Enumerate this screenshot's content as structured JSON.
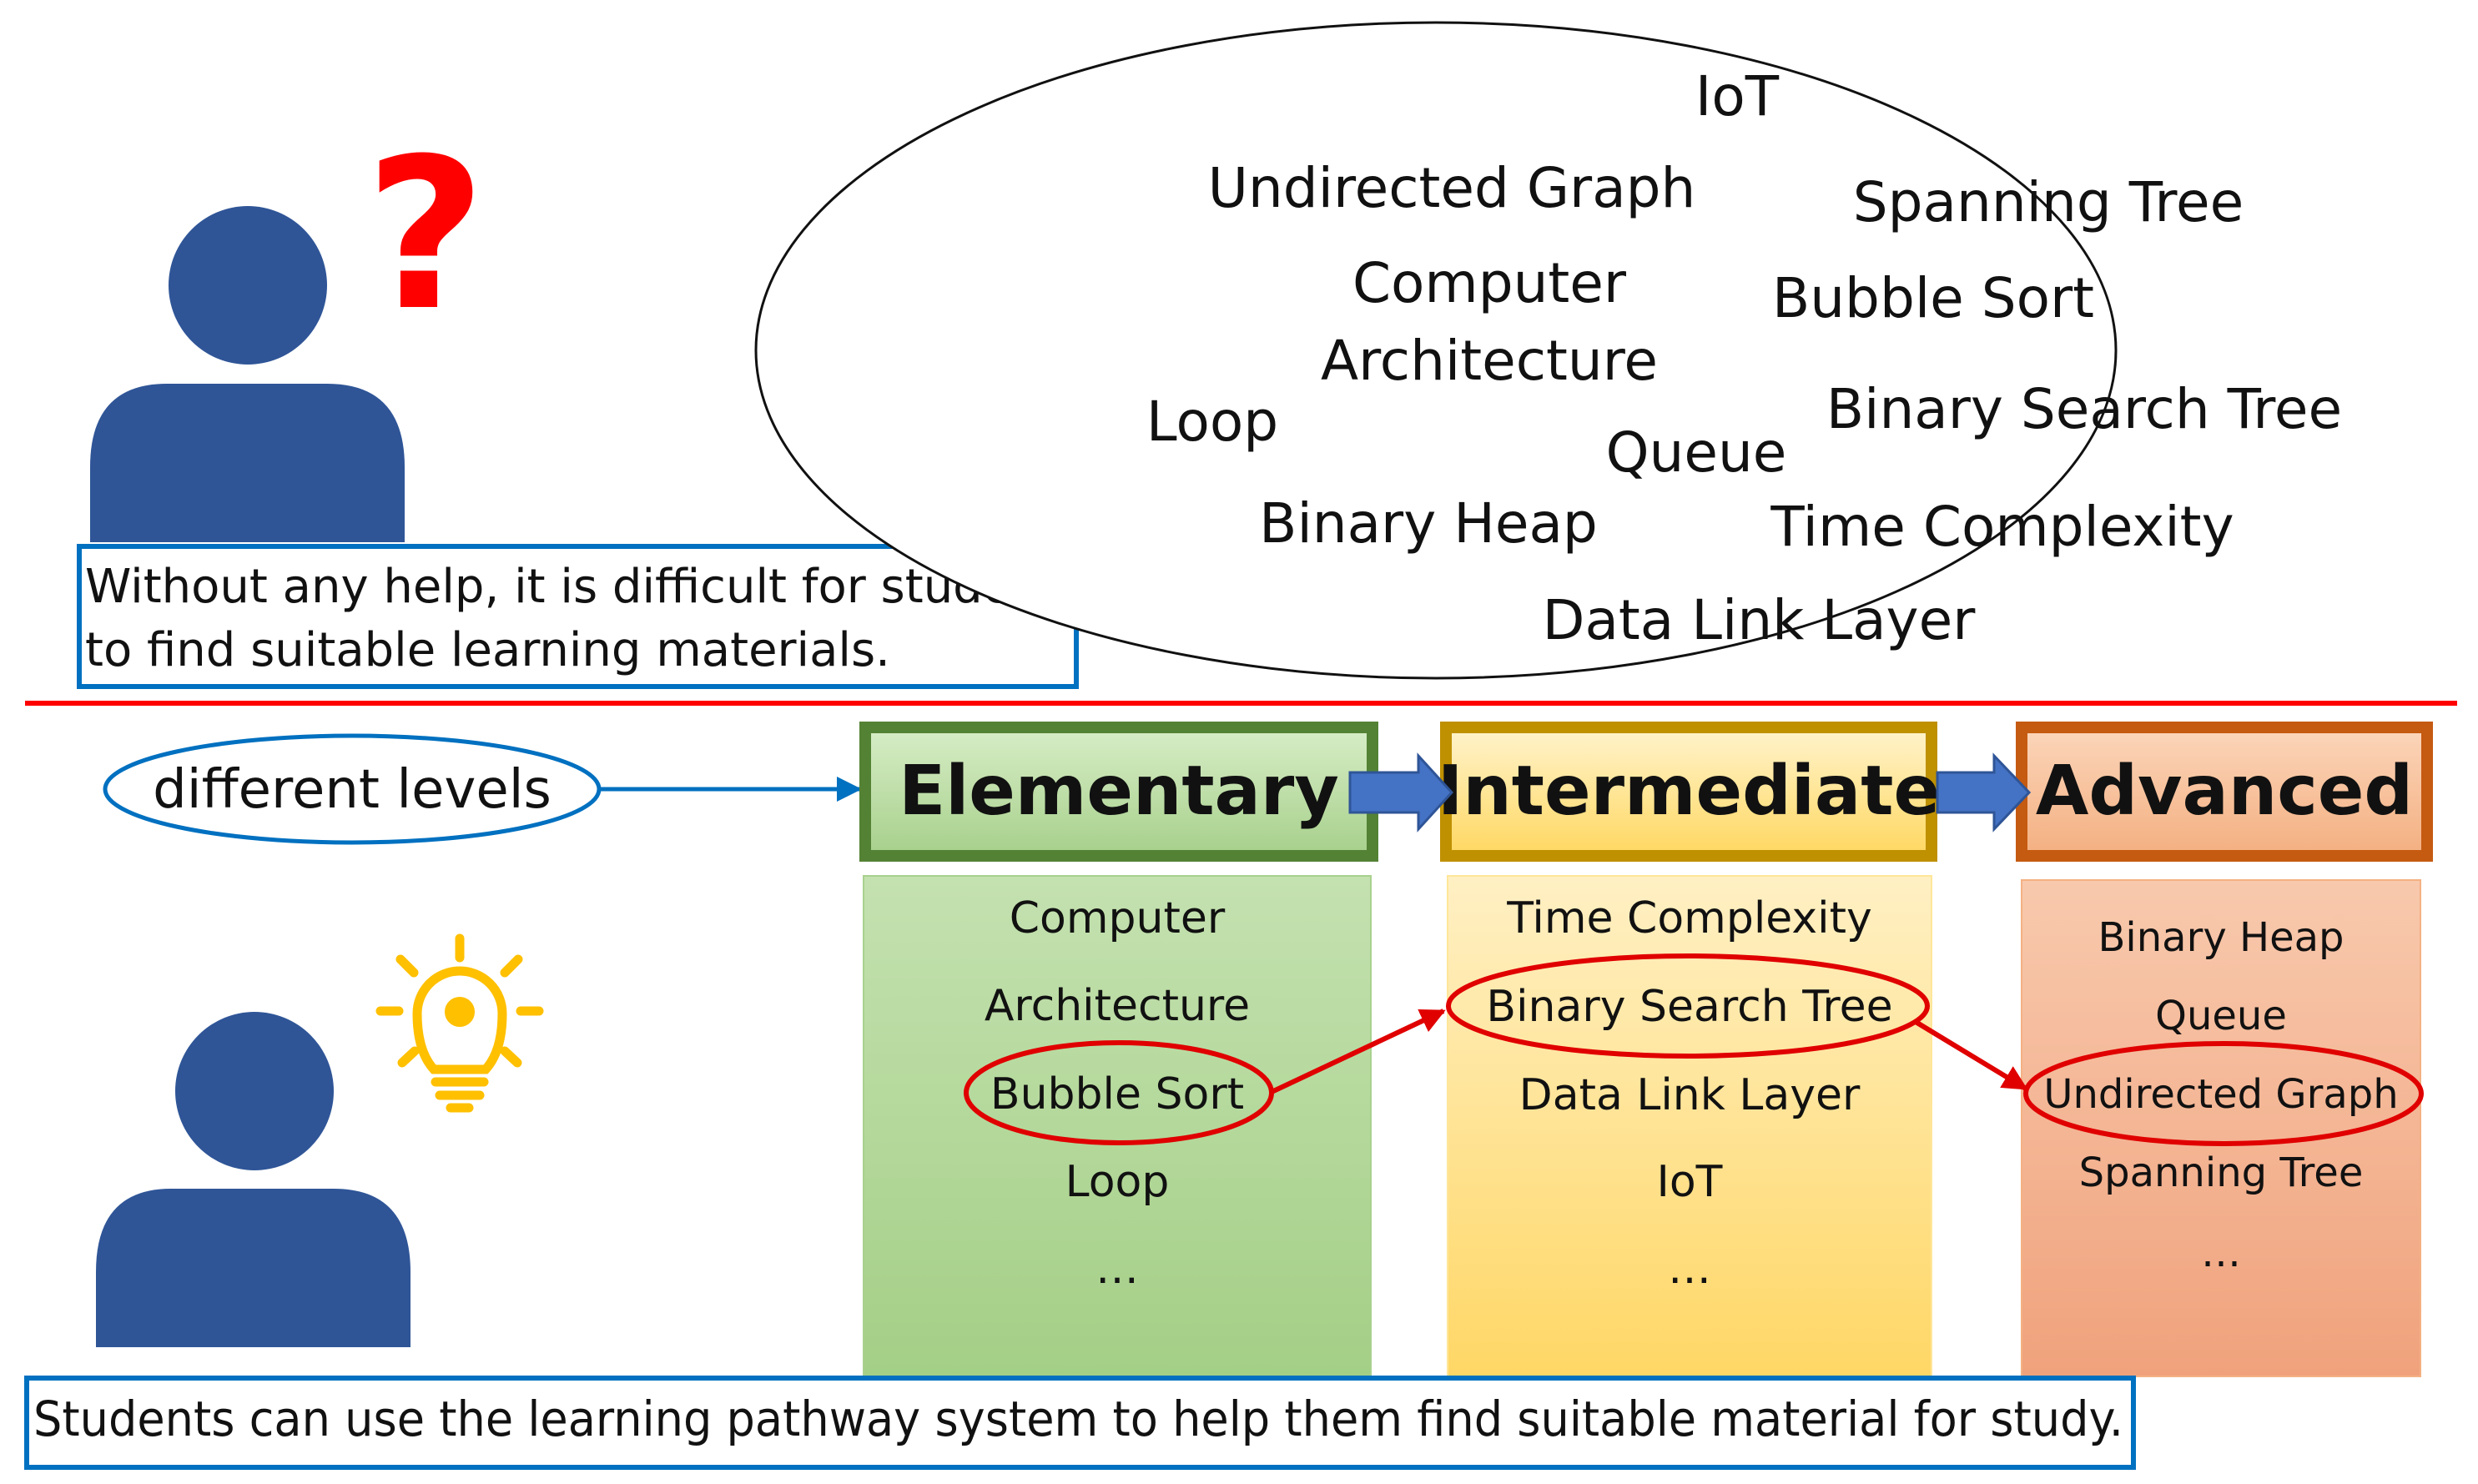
{
  "top": {
    "question_mark": "?",
    "caption": [
      "Without any help, it is difficult for students",
      "to find suitable learning materials."
    ],
    "cloud_topics": [
      "IoT",
      "Undirected Graph",
      "Spanning Tree",
      "Computer",
      "Architecture",
      "Bubble Sort",
      "Loop",
      "Binary Search Tree",
      "Queue",
      "Binary Heap",
      "Time Complexity",
      "Data Link Layer"
    ]
  },
  "bottom": {
    "levels_label": "different levels",
    "levels": [
      {
        "title": "Elementary",
        "items": [
          "Computer",
          "Architecture",
          "Bubble Sort",
          "Loop",
          "…"
        ]
      },
      {
        "title": "Intermediate",
        "items": [
          "Time Complexity",
          "Binary Search Tree",
          "Data Link Layer",
          "IoT",
          "…"
        ]
      },
      {
        "title": "Advanced",
        "items": [
          "Binary Heap",
          "Queue",
          "Undirected Graph",
          "Spanning Tree",
          "…"
        ]
      }
    ],
    "caption": "Students can use the learning pathway system to help them find suitable material for study."
  },
  "colors": {
    "person": "#2f5597",
    "question": "#ff0000",
    "divider": "#ff0000",
    "caption_border": "#0070c0",
    "bulb": "#ffc000",
    "elementary_border": "#548235",
    "intermediate_border": "#bf9000",
    "advanced_border": "#c55a11",
    "level_arrow": "#4472c4",
    "path_highlight": "#e00000"
  }
}
